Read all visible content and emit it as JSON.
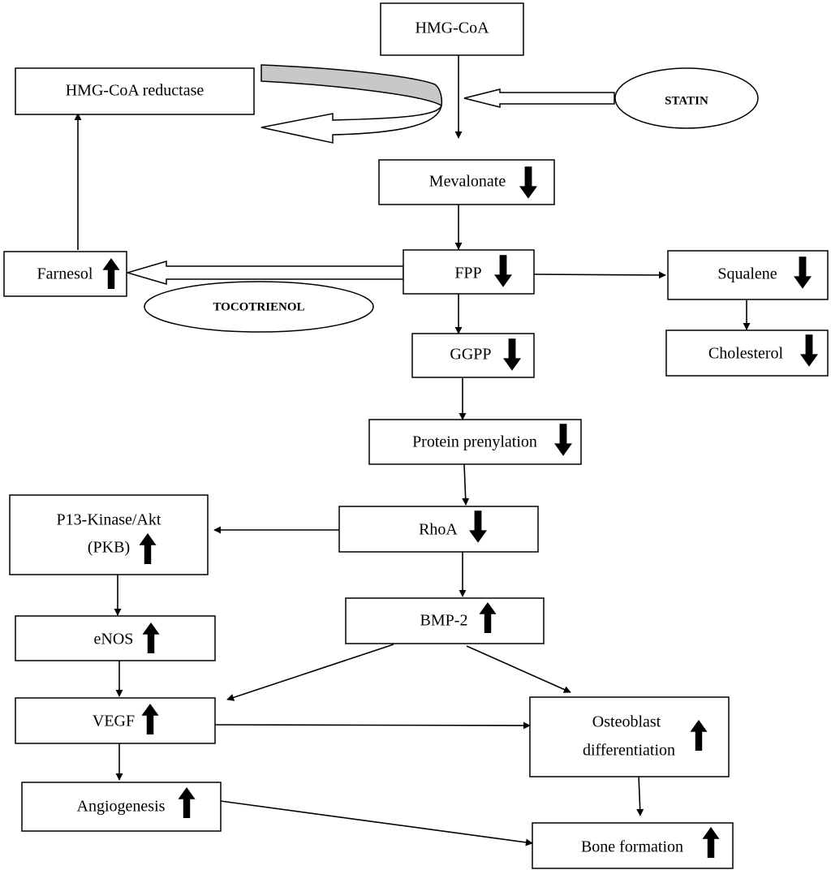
{
  "nodes": {
    "hmg_coa": "HMG-CoA",
    "hmg_coa_reductase": "HMG-CoA reductase",
    "statin": "STATIN",
    "mevalonate": "Mevalonate",
    "farnesol": "Farnesol",
    "fpp": "FPP",
    "tocotrienol": "TOCOTRIENOL",
    "squalene": "Squalene",
    "cholesterol": "Cholesterol",
    "ggpp": "GGPP",
    "protein_prenylation": "Protein prenylation",
    "p13_line1": "P13-Kinase/Akt",
    "p13_line2": "(PKB)",
    "rhoa": "RhoA",
    "enos": "eNOS",
    "bmp2": "BMP-2",
    "vegf": "VEGF",
    "osteo_line1": "Osteoblast",
    "osteo_line2": "differentiation",
    "angiogenesis": "Angiogenesis",
    "bone_formation": "Bone formation"
  },
  "levels": {
    "mevalonate": "down",
    "farnesol": "up",
    "fpp": "down",
    "squalene": "down",
    "cholesterol": "down",
    "ggpp": "down",
    "protein_prenylation": "down",
    "p13_kinase_akt": "up",
    "rhoa": "down",
    "enos": "up",
    "bmp2": "up",
    "vegf": "up",
    "osteoblast_differentiation": "up",
    "angiogenesis": "up",
    "bone_formation": "up"
  },
  "colors": {
    "ink": "#000000",
    "curved_band": "#c8c8c8",
    "background": "#ffffff"
  }
}
